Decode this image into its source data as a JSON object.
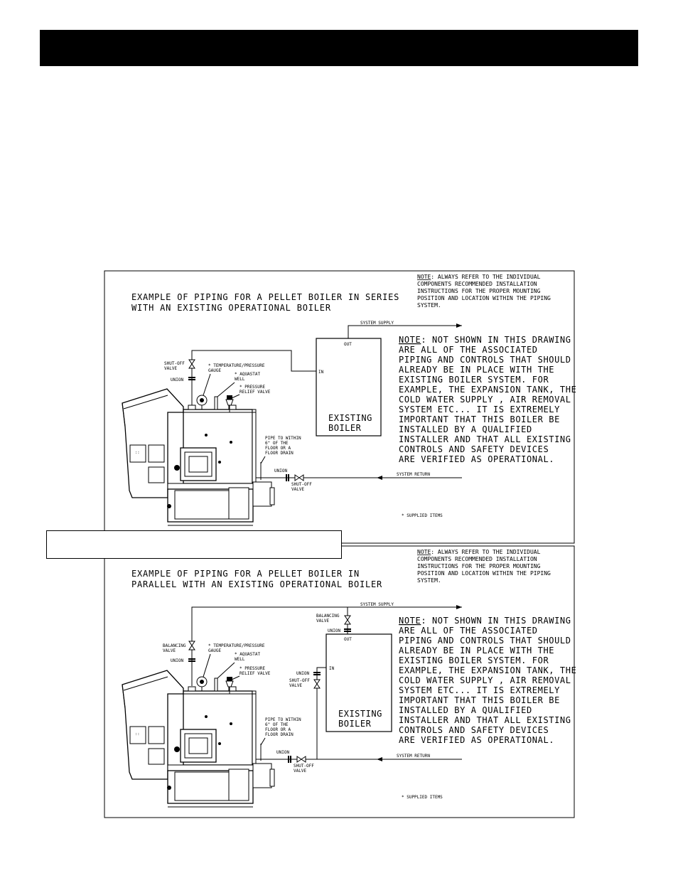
{
  "header": {
    "title": ""
  },
  "caption": {
    "text": ""
  },
  "diagrams": [
    {
      "title_lines": [
        "EXAMPLE OF PIPING FOR A PELLET BOILER IN SERIES",
        "WITH AN EXISTING OPERATIONAL BOILER"
      ],
      "top_note": {
        "prefix": "NOTE",
        "lines": [
          ": ALWAYS REFER TO THE INDIVIDUAL",
          "COMPONENTS RECOMMENDED INSTALLATION",
          "INSTRUCTIONS FOR THE PROPER MOUNTING",
          "POSITION AND LOCATION WITHIN THE PIPING",
          "SYSTEM."
        ]
      },
      "main_note": {
        "prefix": "NOTE",
        "lines": [
          ": NOT SHOWN IN THIS DRAWING",
          "ARE ALL OF THE ASSOCIATED",
          "PIPING AND CONTROLS THAT SHOULD",
          "ALREADY BE IN PLACE WITH THE",
          "EXISTING BOILER SYSTEM. FOR",
          "EXAMPLE, THE EXPANSION TANK, THE",
          "COLD WATER SUPPLY , AIR REMOVAL",
          "SYSTEM ETC... IT IS EXTREMELY",
          "IMPORTANT THAT THIS BOILER BE",
          "INSTALLED BY A QUALIFIED",
          "INSTALLER AND THAT ALL EXISTING",
          "CONTROLS AND SAFETY DEVICES",
          "ARE VERIFIED AS OPERATIONAL."
        ]
      },
      "system_supply": "SYSTEM SUPPLY",
      "system_return": "SYSTEM RETURN",
      "existing_boiler": [
        "EXISTING",
        "BOILER"
      ],
      "port_out": "OUT",
      "port_in": "IN",
      "valve_top": [
        "SHUT-OFF",
        "VALVE"
      ],
      "union_top": "UNION",
      "temp_gauge": [
        "* TEMPERATURE/PRESSURE",
        "GAUGE"
      ],
      "aquastat": [
        "* AQUASTAT",
        "WELL"
      ],
      "relief": [
        "* PRESSURE",
        "RELIEF VALVE"
      ],
      "pipe_note": [
        "PIPE TO WITHIN",
        "6\" OF THE",
        "FLOOR OR A",
        "FLOOR DRAIN"
      ],
      "union_bottom": "UNION",
      "valve_bottom": [
        "SHUT-OFF",
        "VALVE"
      ],
      "supplied": "* SUPPLIED ITEMS"
    },
    {
      "title_lines": [
        "EXAMPLE OF PIPING FOR A PELLET BOILER IN",
        "PARALLEL WITH AN EXISTING OPERATIONAL BOILER"
      ],
      "top_note": {
        "prefix": "NOTE",
        "lines": [
          ": ALWAYS REFER TO THE INDIVIDUAL",
          "COMPONENTS RECOMMENDED INSTALLATION",
          "INSTRUCTIONS FOR THE PROPER MOUNTING",
          "POSITION AND LOCATION WITHIN THE PIPING",
          "SYSTEM."
        ]
      },
      "main_note": {
        "prefix": "NOTE",
        "lines": [
          ": NOT SHOWN IN THIS DRAWING",
          "ARE ALL OF THE ASSOCIATED",
          "PIPING AND CONTROLS THAT SHOULD",
          "ALREADY BE IN PLACE WITH THE",
          "EXISTING BOILER SYSTEM. FOR",
          "EXAMPLE, THE EXPANSION TANK, THE",
          "COLD WATER SUPPLY , AIR REMOVAL",
          "SYSTEM ETC... IT IS EXTREMELY",
          "IMPORTANT THAT THIS BOILER BE",
          "INSTALLED BY A QUALIFIED",
          "INSTALLER AND THAT ALL EXISTING",
          "CONTROLS AND SAFETY DEVICES",
          "ARE VERIFIED AS OPERATIONAL."
        ]
      },
      "system_supply": "SYSTEM SUPPLY",
      "system_return": "SYSTEM RETURN",
      "existing_boiler": [
        "EXISTING",
        "BOILER"
      ],
      "port_out": "OUT",
      "port_in": "IN",
      "balancing_valve_right": [
        "BALANCING",
        "VALVE"
      ],
      "union_right_top": "UNION",
      "union_right_mid": "UNION",
      "valve_right_mid": [
        "SHUT-OFF",
        "VALVE"
      ],
      "valve_top": [
        "BALANCING",
        "VALVE"
      ],
      "union_top": "UNION",
      "temp_gauge": [
        "* TEMPERATURE/PRESSURE",
        "GAUGE"
      ],
      "aquastat": [
        "* AQUASTAT",
        "WELL"
      ],
      "relief": [
        "* PRESSURE",
        "RELIEF VALVE"
      ],
      "pipe_note": [
        "PIPE TO WITHIN",
        "6\" OF THE",
        "FLOOR OR A",
        "FLOOR DRAIN"
      ],
      "union_bottom": "UNION",
      "valve_bottom": [
        "SHUT-OFF",
        "VALVE"
      ],
      "supplied": "* SUPPLIED ITEMS"
    }
  ]
}
